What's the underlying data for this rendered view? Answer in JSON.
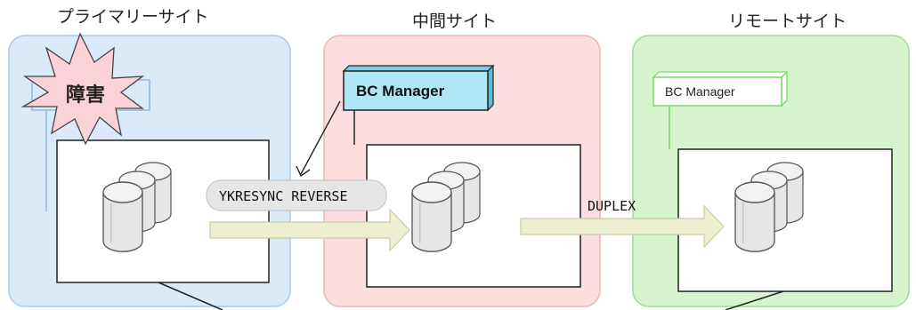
{
  "sites": {
    "primary": {
      "title": "プライマリーサイト",
      "fill": "#dbeaf9",
      "stroke": "#a9c7ea"
    },
    "intermediate": {
      "title": "中間サイト",
      "fill": "#fcdede",
      "stroke": "#f2b3b3"
    },
    "remote": {
      "title": "リモートサイト",
      "fill": "#d6f5cf",
      "stroke": "#9fdc93"
    }
  },
  "failure_label": "障害",
  "bc_manager_active": "BC Manager",
  "bc_manager_remote": "BC Manager",
  "command_label": "YKRESYNC REVERSE",
  "pair_status_label": "DUPLEX",
  "colors": {
    "burst": "#fbd2d7",
    "bc_active_fill": "#aee6f5",
    "bc_remote_stroke": "#7bd96a",
    "arrow_fill": "#edefd0",
    "arrow_stroke": "#c9ccaa"
  },
  "icons": [
    "disk-stack-icon",
    "explosion-icon"
  ]
}
